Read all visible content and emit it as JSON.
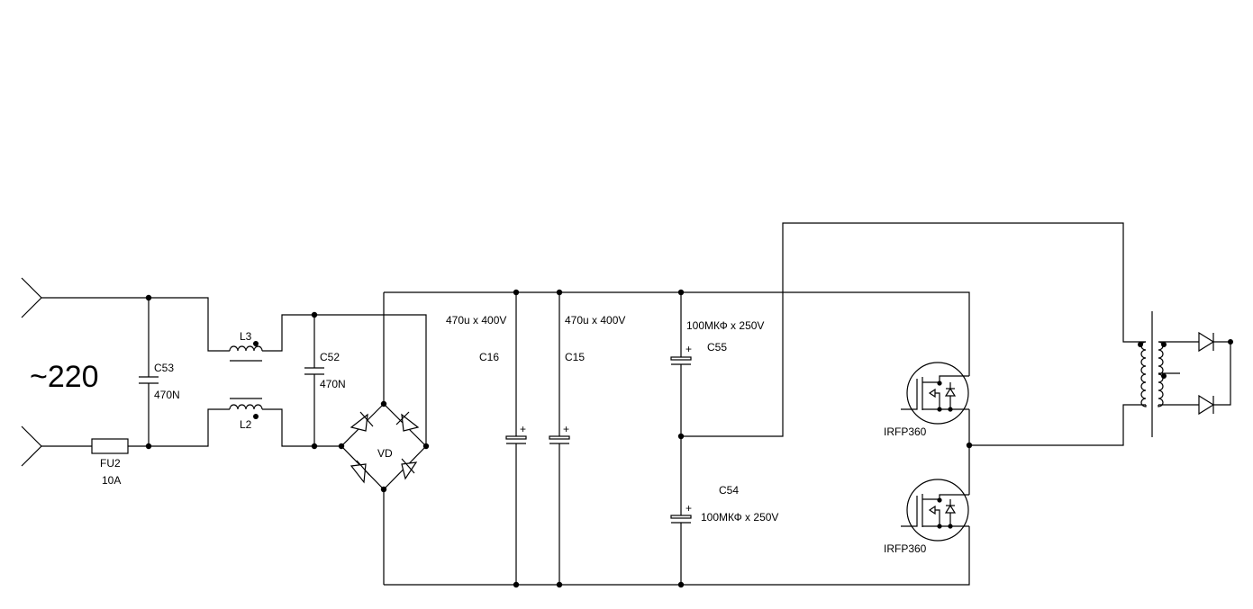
{
  "input": {
    "voltage": "~220"
  },
  "components": {
    "C53": {
      "ref": "C53",
      "value": "470N"
    },
    "C52": {
      "ref": "C52",
      "value": "470N"
    },
    "L3": {
      "ref": "L3"
    },
    "L2": {
      "ref": "L2"
    },
    "FU2": {
      "ref": "FU2",
      "value": "10A"
    },
    "VD": {
      "ref": "VD"
    },
    "C16": {
      "ref": "C16",
      "value": "470u x 400V"
    },
    "C15": {
      "ref": "C15",
      "value": "470u x 400V"
    },
    "C55": {
      "ref": "C55",
      "value": "100МКФ x 250V"
    },
    "C54": {
      "ref": "C54",
      "value": "100МКФ x 250V"
    },
    "Q_top": {
      "part": "IRFP360"
    },
    "Q_bottom": {
      "part": "IRFP360"
    }
  },
  "polarity_mark": "+"
}
